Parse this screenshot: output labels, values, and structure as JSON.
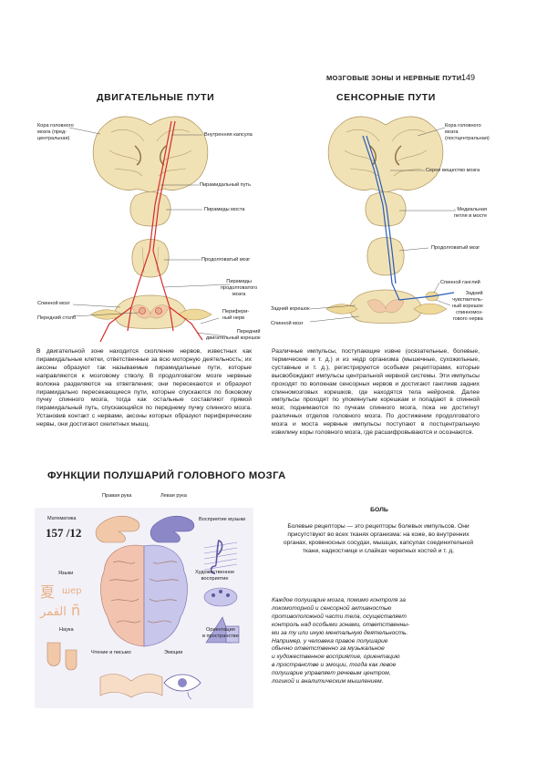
{
  "running_head": "МОЗГОВЫЕ ЗОНЫ И НЕРВНЫЕ ПУТИ",
  "page_number": "149",
  "motor": {
    "title": "ДВИГАТЕЛЬНЫЕ ПУТИ",
    "labels": {
      "cortex": [
        "Кора головного",
        "мозга (пред-",
        "центральная)"
      ],
      "capsule": "Внутренняя капсула",
      "pyramidal_tract": "Пирамидальный путь",
      "pons_pyramids": "Пирамиды моста",
      "medulla": "Продолговатый мозг",
      "medulla_pyramids": [
        "Пирамиды",
        "продолговатого",
        "мозга"
      ],
      "spinal_cord": "Спинной мозг",
      "anterior_column": "Передний столб",
      "peripheral_nerve": [
        "Перифери-",
        "ный нерв"
      ],
      "anterior_root": [
        "Передний",
        "двигательный корешок"
      ]
    },
    "text": "В двигательной зоне находится скопление нервов, известных как пирамидальные клетки, ответственные за всю моторную деятельность; их аксоны образуют так называемые пирамидальные пути, которые направляются к мозговому стволу. В продолговатом мозге нервные волокна разделяются на ответвления; они пересекаются и образуют пирамидально пересекающиеся пути, которые спускаются по боковому пучку спинного мозга, тогда как остальные составляют прямой пирамидальный путь, спускающийся по переднему пучку спинного мозга. Установив контакт с нервами, аксоны которых образуют периферические нервы, они достигают скелетных мышц."
  },
  "sensory": {
    "title": "СЕНСОРНЫЕ ПУТИ",
    "labels": {
      "cortex": [
        "Кора головного",
        "мозга",
        "(постцентральная)"
      ],
      "grey_matter": "Серое вещество мозга",
      "lemniscus": [
        "Медиальная",
        "петля в мосте"
      ],
      "medulla": "Продолговатый мозг",
      "ganglion": "Спинной ганглий",
      "posterior_sensory_root": [
        "Задний",
        "чувствитель-",
        "ный корешок",
        "спинномоз-",
        "гового нерва"
      ],
      "posterior_root": "Задний корешок",
      "spinal_cord": "Спинной мозг"
    },
    "text": "Различные импульсы, поступающие извне (осязательные, болевые, термические и т. д.) и из недр организма (мышечные, сухожильные, суставные и т. д.), регистрируются особыми рецепторами, которые высвобождают импульсы центральной нервной системы. Эти импульсы проходят по волокнам сенсорных нервов и достигают ганглиев задних спинномозговых корешков, где находятся тела нейронов. Далее импульсы проходят по упомянутым корешкам и попадают в спинной мозг, поднимаются по пучкам спинного мозга, пока не достигнут различных отделов головного мозга. По достижении продолговатого мозга и моста нервные импульсы поступают в постцентральную извилину коры головного мозга, где расшифровываются и осознаются."
  },
  "hemispheres": {
    "title": "ФУНКЦИИ ПОЛУШАРИЙ ГОЛОВНОГО МОЗГА",
    "right_hand": "Правая рука",
    "left_hand": "Левая рука",
    "math_label": "Математика",
    "math_value": "157 /12",
    "music": "Восприятие музыки",
    "languages": "Языки",
    "lang_samples": [
      "夏",
      "шер",
      "ñ",
      "القمر"
    ],
    "art": [
      "Художественное",
      "восприятие"
    ],
    "science": "Наука",
    "orientation": [
      "Ориентация",
      "в пространстве"
    ],
    "reading": "Чтение и письмо",
    "emotions": "Эмоции",
    "caption": [
      "Каждое полушарие мозга, помимо контроля за",
      "локомоторной и сенсорной активностью",
      "противоположной части тела, осуществляет",
      "контроль над особыми зонами, ответственны-",
      "ми за ту или иную ментальную деятельность.",
      "Например, у человека правое полушарие",
      "обычно ответственно за музыкальное",
      "и художественное восприятие, ориентацию",
      "в пространстве и эмоции, тогда как левое",
      "полушарие управляет речевым центром,",
      "логикой и аналитическим мышлением."
    ]
  },
  "pain": {
    "title": "БОЛЬ",
    "text": "Болевые рецепторы — это рецепторы болевых импульсов. Они присутствуют во всех тканях организма: на коже, во внутренних органах, кровеносных сосудах, мышцах, капсулах соединительной ткани, надкостнице и слайках черепных костей и т. д."
  },
  "colors": {
    "motor_path": "#d62b2b",
    "sensory_path": "#2a5db8",
    "tissue": "#f1e2b6",
    "brain_pink": "#f2c4b0",
    "icon_blue": "#8c88c8"
  }
}
